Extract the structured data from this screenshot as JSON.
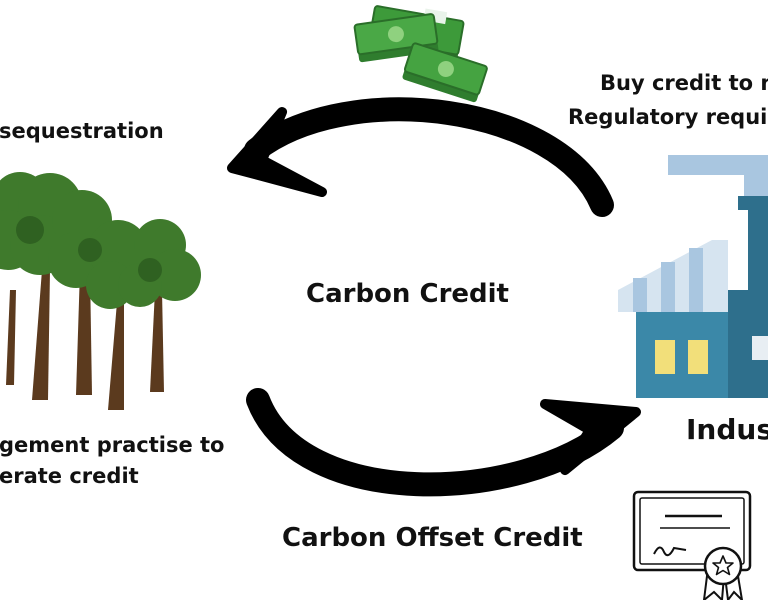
{
  "labels": {
    "sequestration": "sequestration",
    "management_line1": "gement practise to",
    "management_line2": "erate credit",
    "buy_line1": "Buy credit to m",
    "buy_line2": "Regulatory requi",
    "carbon_credit": "Carbon Credit",
    "offset_credit": "Carbon Offset Credit",
    "industry": "Indus"
  },
  "icons": [
    "money-stack-icon",
    "trees-icon",
    "factory-icon",
    "certificate-icon",
    "arrow-left-icon",
    "arrow-right-icon"
  ],
  "colors": {
    "text": "#111111",
    "arrow": "#000000",
    "money": "#3d9a3a",
    "tree_foliage": "#3f7a2c",
    "tree_trunk": "#5b3a1e",
    "factory_blue": "#3b88a8",
    "factory_roof": "#a9c6e0",
    "window_yellow": "#f2df7a"
  }
}
